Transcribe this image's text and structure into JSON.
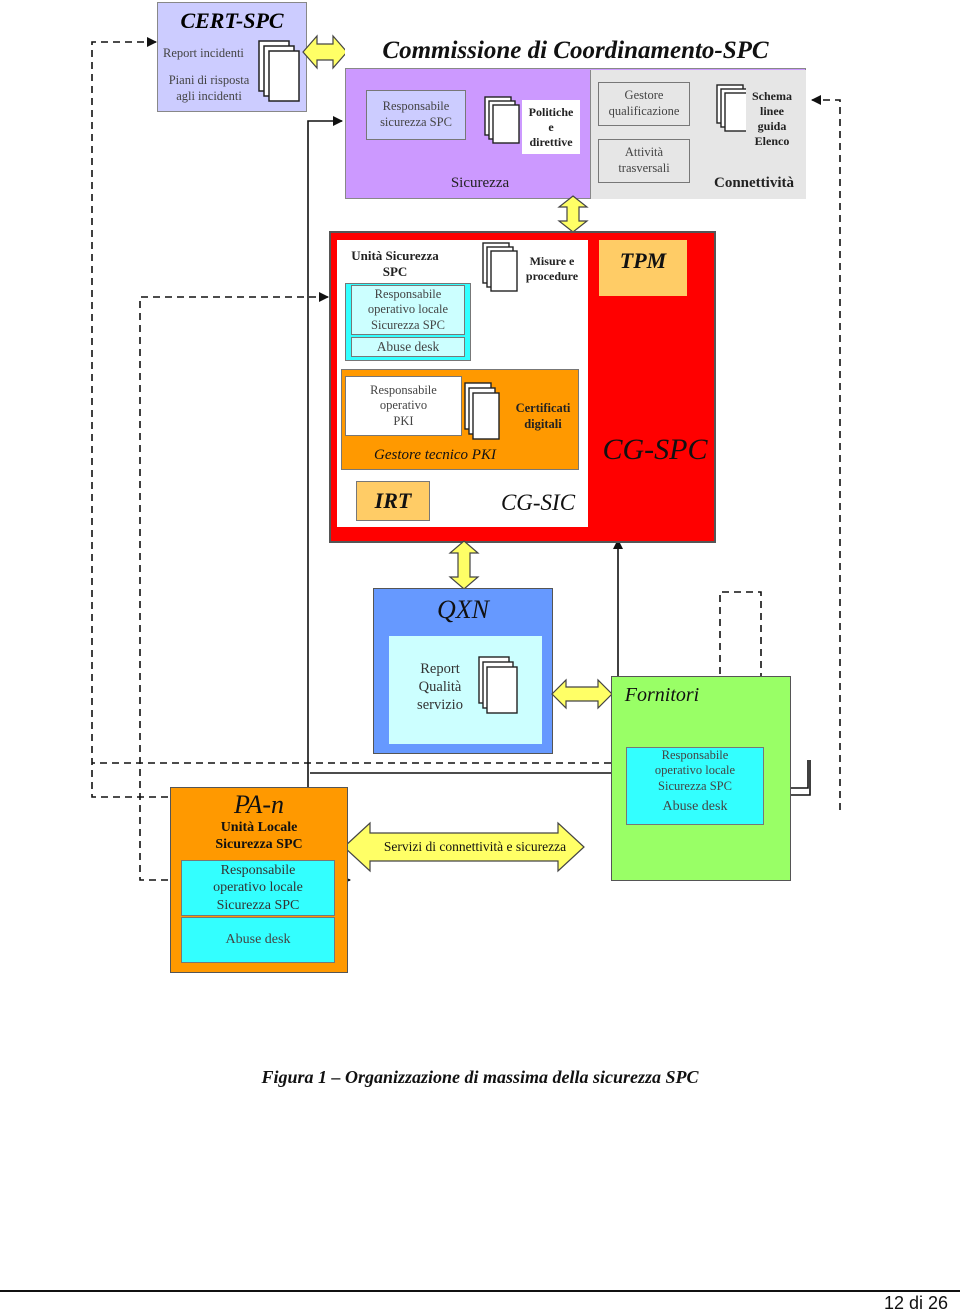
{
  "cert_spc": {
    "title": "CERT-SPC",
    "report_incidenti": "Report incidenti",
    "piani_risposta": "Piani di risposta\nagli incidenti"
  },
  "commissione": {
    "title": "Commissione di Coordinamento-SPC",
    "responsabile_sicurezza": "Responsabile\nsicurezza SPC",
    "politiche_direttive": "Politiche\ne\ndirettive",
    "gestore_qualificazione": "Gestore\nqualificazione",
    "attivita_trasversali": "Attività\ntrasversali",
    "schema_linee_guida": "Schema\nlinee\nguida\nElenco",
    "sicurezza": "Sicurezza",
    "connettivita": "Connettività"
  },
  "cg_spc": {
    "unita_sicurezza": "Unità Sicurezza\nSPC",
    "responsabile_operativo": "Responsabile\noperativo locale\nSicurezza SPC",
    "abuse_desk": "Abuse desk",
    "misure_procedure": "Misure e\nprocedure",
    "tpm": "TPM",
    "responsabile_pki": "Responsabile\noperativo\nPKI",
    "certificati_digitali": "Certificati\ndigitali",
    "gestore_tecnico_pki": "Gestore tecnico PKI",
    "cg_spc_label": "CG-SPC",
    "irt": "IRT",
    "cg_sic": "CG-SIC"
  },
  "qxn": {
    "title": "QXN",
    "report_qualita": "Report\nQualità\nservizio"
  },
  "fornitori": {
    "title": "Fornitori",
    "responsabile_operativo": "Responsabile\noperativo locale\nSicurezza SPC",
    "abuse_desk": "Abuse desk"
  },
  "pa_n": {
    "title": "PA-n",
    "unita_locale": "Unità Locale\nSicurezza SPC",
    "responsabile_operativo": "Responsabile\noperativo locale\nSicurezza SPC",
    "abuse_desk": "Abuse desk"
  },
  "servizi_label": "Servizi di connettività e sicurezza",
  "caption": "Figura 1 – Organizzazione di massima della sicurezza SPC",
  "footer": {
    "page_number": "12 di 26"
  },
  "colors": {
    "lavender": "#ccccff",
    "violet": "#cc99ff",
    "grey": "#e6e6e6",
    "red": "#ff0000",
    "orange": "#ff9900",
    "tpm": "#ffcc66",
    "cyan": "#33ffff",
    "blue": "#6699ff",
    "light_cyan": "#ccffff",
    "green": "#99ff66",
    "yellow": "#ffff66"
  }
}
